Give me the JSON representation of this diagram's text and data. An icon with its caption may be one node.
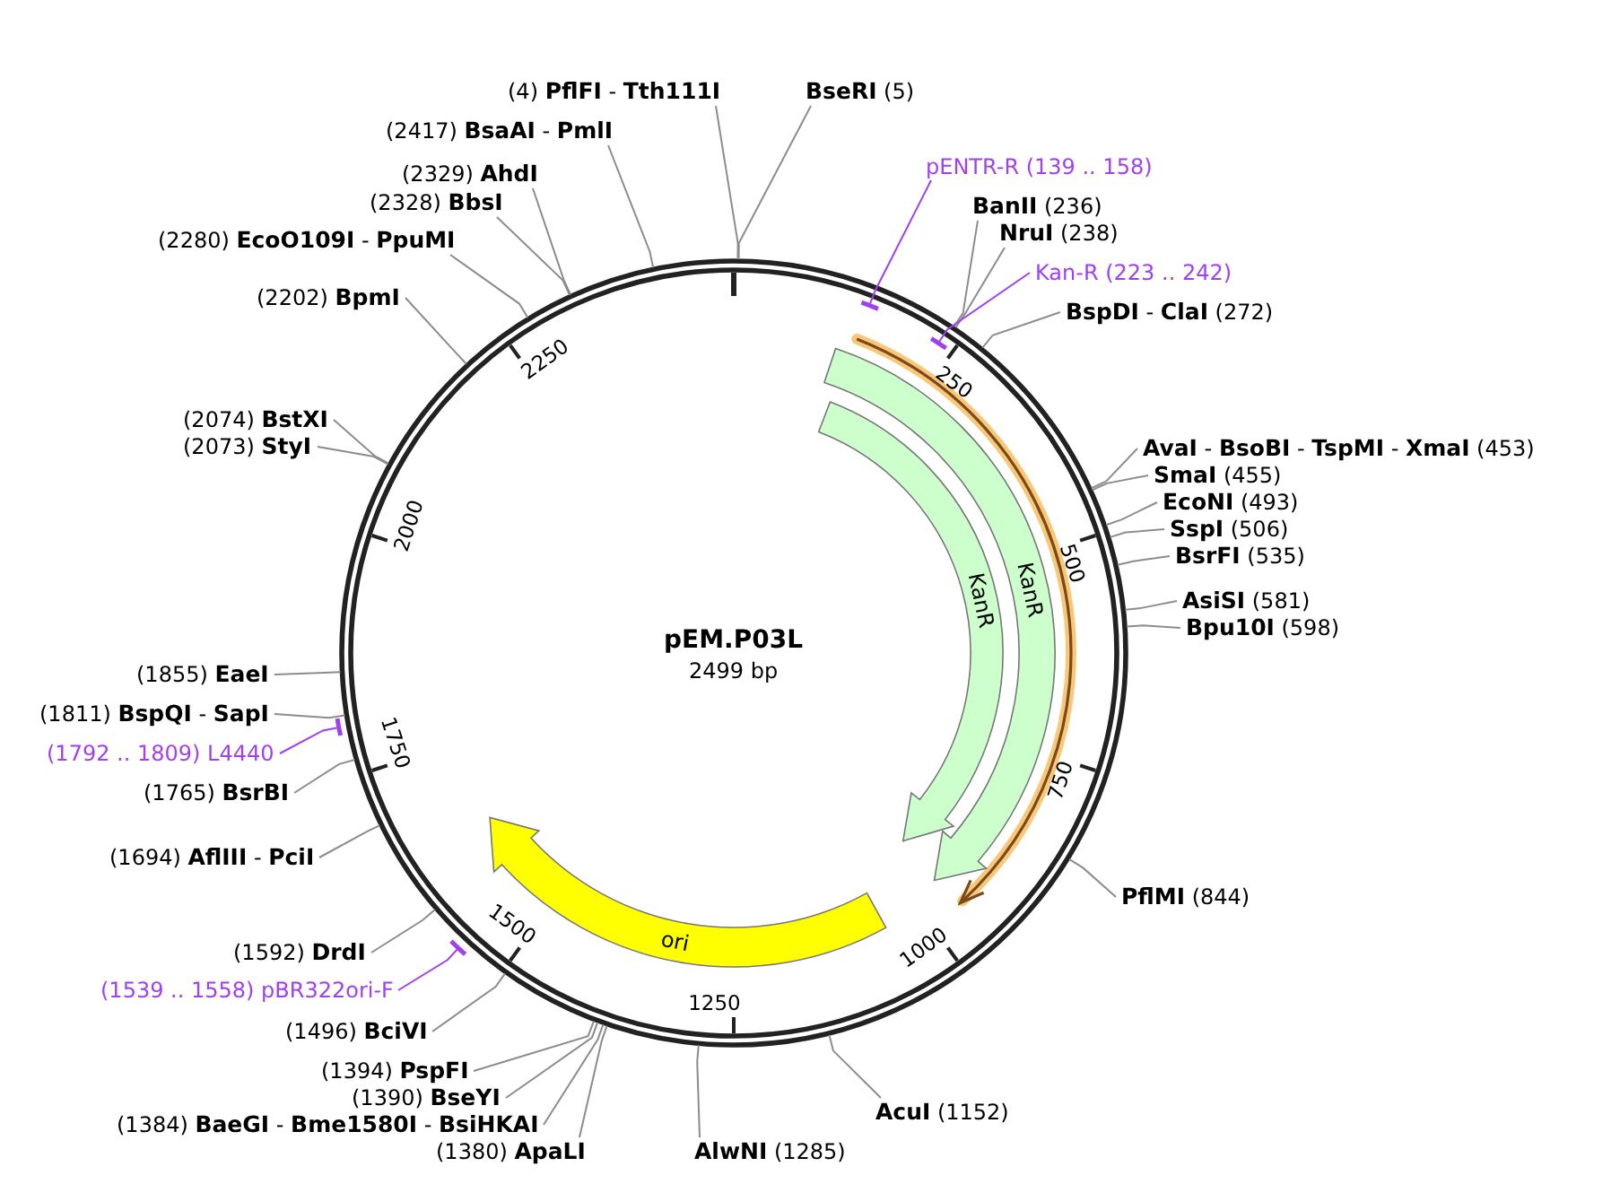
{
  "diagram": {
    "nodes": [
      {
        "text": [
          "(4) **PflFI** - **Tth111I**"
        ]
      },
      {
        "text": [
          "**BseRI** (5)"
        ]
      },
      {
        "text": [
          "(2417) **BsaAI** - **PmlI**"
        ]
      },
      {
        "text": [
          "pENTR-R (139 .. 158)"
        ]
      },
      {
        "text": [
          "(2329) **AhdI**"
        ]
      },
      {
        "text": [
          "(2328) **BbsI**"
        ]
      },
      {
        "text": [
          "**BanII** (236)"
        ]
      },
      {
        "text": [
          "**NruI** (238)"
        ]
      },
      {
        "text": [
          "(2280) **EcoO109I** - **PpuMI**"
        ]
      },
      {
        "text": [
          "Kan-R (223 .. 242)"
        ]
      },
      {
        "text": [
          "(2202) **BpmI**"
        ]
      },
      {
        "text": [
          "**BspDI** - **ClaI** (272)"
        ]
      },
      {
        "text": [
          "(2074) **BstXI**"
        ]
      },
      {
        "text": [
          "(2073) **StyI**"
        ]
      },
      {
        "text": [
          "**AvaI** - **BsoBI** - **TspMI** - **XmaI** (453)"
        ]
      },
      {
        "text": [
          "**SmaI** (455)"
        ]
      },
      {
        "text": [
          "**EcoNI** (493)"
        ]
      },
      {
        "text": [
          "**SspI** (506)"
        ]
      },
      {
        "text": [
          "**BsrFI** (535)"
        ]
      },
      {
        "text": [
          "**AsiSI** (581)"
        ]
      },
      {
        "text": [
          "**Bpu10I** (598)"
        ]
      },
      {
        "text": [
          "(1855) **EaeI**"
        ]
      },
      {
        "text": [
          "(1811) **BspQI** - **SapI**"
        ]
      },
      {
        "text": [
          "(1792 .. 1809) L4440"
        ]
      },
      {
        "text": [
          "(1765) **BsrBI**"
        ]
      },
      {
        "text": [
          "(1694) **AflIII** - **PciI**"
        ]
      },
      {
        "text": [
          "**PflMI** (844)"
        ]
      },
      {
        "text": [
          "(1592) **DrdI**"
        ]
      },
      {
        "text": [
          "(1539 .. 1558) pBR322ori-F"
        ]
      },
      {
        "text": [
          "(1496) **BciVI**"
        ]
      },
      {
        "text": [
          "(1394) **PspFI**"
        ]
      },
      {
        "text": [
          "(1390) **BseYI**"
        ]
      },
      {
        "text": [
          "(1384) **BaeGI** - **Bme1580I** - **BsiHKAI**"
        ]
      },
      {
        "text": [
          "(1380) **ApaLI**"
        ]
      },
      {
        "text": [
          "**AlwNI** (1285)"
        ]
      },
      {
        "text": [
          "**AcuI** (1152)"
        ]
      },
      {
        "text": [
          "KanR"
        ]
      },
      {
        "text": [
          "KanR"
        ]
      },
      {
        "text": [
          "ori"
        ]
      }
    ],
    "edges": [
      {
        "from": 0,
        "to": null,
        "arrow": "none"
      },
      {
        "from": 1,
        "to": null,
        "arrow": "none"
      },
      {
        "from": 2,
        "to": null,
        "arrow": "none"
      },
      {
        "from": 3,
        "to": null,
        "arrow": "none",
        "color": "#a040f0"
      },
      {
        "from": 4,
        "to": null,
        "arrow": "none"
      },
      {
        "from": 5,
        "to": null,
        "arrow": "none"
      },
      {
        "from": 6,
        "to": null,
        "arrow": "none"
      },
      {
        "from": 7,
        "to": null,
        "arrow": "none"
      },
      {
        "from": 8,
        "to": null,
        "arrow": "none"
      },
      {
        "from": 9,
        "to": null,
        "arrow": "none",
        "color": "#a040f0"
      },
      {
        "from": 10,
        "to": null,
        "arrow": "none"
      },
      {
        "from": 11,
        "to": null,
        "arrow": "none"
      },
      {
        "from": 12,
        "to": null,
        "arrow": "none"
      },
      {
        "from": 13,
        "to": null,
        "arrow": "none"
      },
      {
        "from": 14,
        "to": null,
        "arrow": "none"
      },
      {
        "from": 15,
        "to": null,
        "arrow": "none"
      },
      {
        "from": 16,
        "to": null,
        "arrow": "none"
      },
      {
        "from": 17,
        "to": null,
        "arrow": "none"
      },
      {
        "from": 18,
        "to": null,
        "arrow": "none"
      },
      {
        "from": 19,
        "to": null,
        "arrow": "none"
      },
      {
        "from": 20,
        "to": null,
        "arrow": "none"
      },
      {
        "from": 21,
        "to": null,
        "arrow": "none"
      },
      {
        "from": 22,
        "to": null,
        "arrow": "none"
      },
      {
        "from": 23,
        "to": null,
        "arrow": "none",
        "color": "#a040f0"
      },
      {
        "from": 24,
        "to": null,
        "arrow": "none"
      },
      {
        "from": 25,
        "to": null,
        "arrow": "none"
      },
      {
        "from": 26,
        "to": null,
        "arrow": "none"
      },
      {
        "from": 27,
        "to": null,
        "arrow": "none"
      },
      {
        "from": 28,
        "to": null,
        "arrow": "none",
        "color": "#a040f0"
      },
      {
        "from": 29,
        "to": null,
        "arrow": "none"
      },
      {
        "from": 30,
        "to": null,
        "arrow": "none"
      },
      {
        "from": 31,
        "to": null,
        "arrow": "none"
      },
      {
        "from": 32,
        "to": null,
        "arrow": "none"
      },
      {
        "from": 33,
        "to": null,
        "arrow": "none"
      },
      {
        "from": 34,
        "to": null,
        "arrow": "none"
      },
      {
        "from": 35,
        "to": null,
        "arrow": "none"
      }
    ],
    "labels": [
      "pEM.P03L",
      "2499 bp",
      "250",
      "500",
      "750",
      "1000",
      "1250",
      "1500",
      "1750",
      "2000",
      "2250"
    ]
  }
}
